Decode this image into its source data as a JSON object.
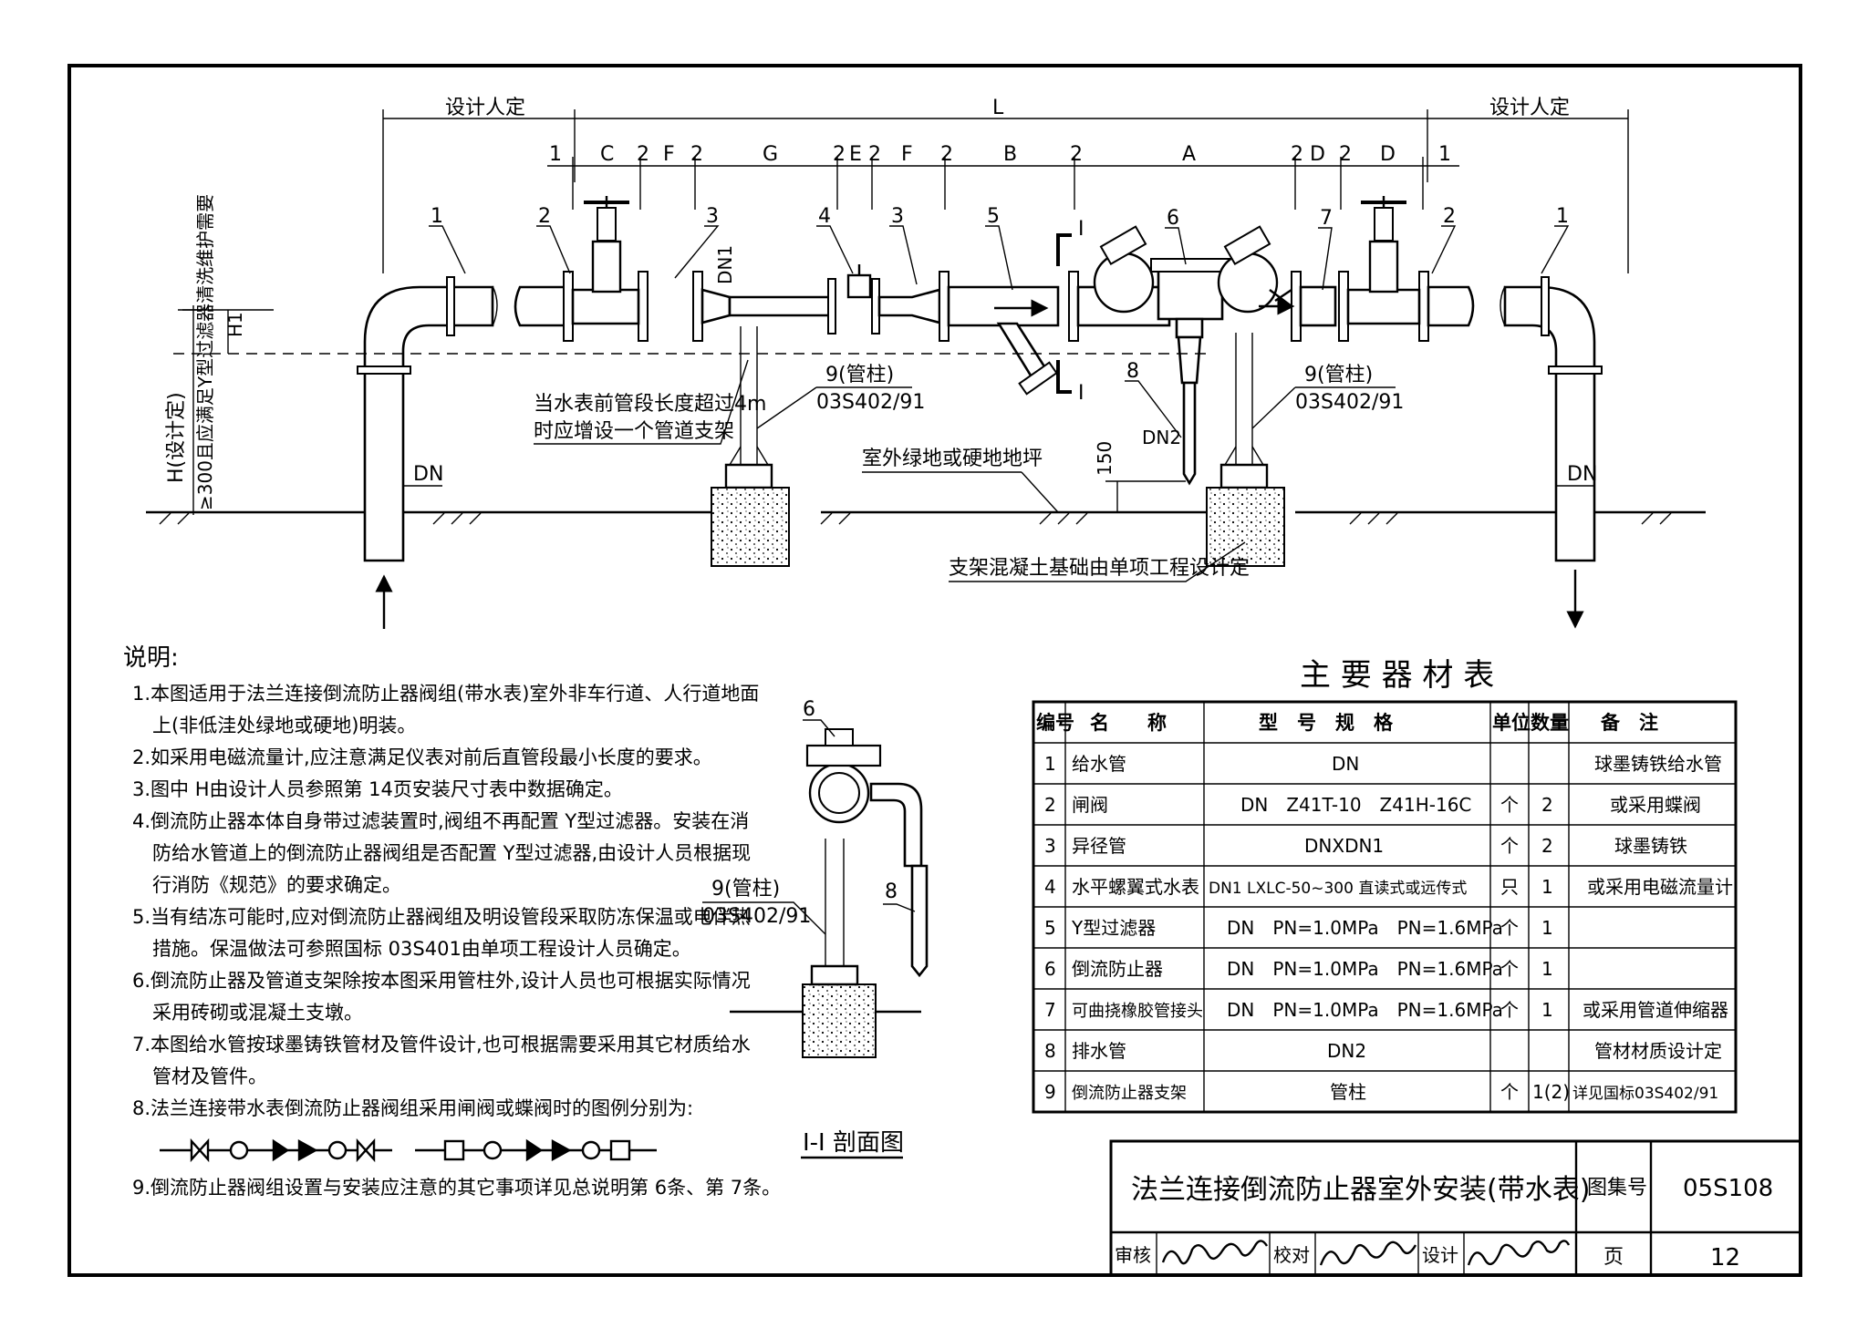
{
  "dimensions": {
    "left_design": "设计人定",
    "right_design": "设计人定",
    "total": "L",
    "segments": [
      "1",
      "C",
      "2",
      "F",
      "2",
      "G",
      "2",
      "E",
      "2",
      "F",
      "2",
      "B",
      "2",
      "A",
      "2",
      "D",
      "2",
      "D",
      "1"
    ]
  },
  "callouts": {
    "n1_left": "1",
    "n2_left": "2",
    "n3_left": "3",
    "n4": "4",
    "n3_right": "3",
    "n5": "5",
    "n6": "6",
    "n7": "7",
    "n2_right": "2",
    "n1_right": "1",
    "n8": "8",
    "section_mark_top": "I",
    "section_mark_bot": "I"
  },
  "labels": {
    "dn1": "DN1",
    "h1": "H1",
    "dn_left": "DN",
    "dn_right": "DN",
    "dn2": "DN2",
    "h_design": "H(设计定)",
    "h_note": "≥300且应满足Y型过滤器清洗维护需要",
    "support_left": "9(管柱)",
    "support_left_ref": "03S402/91",
    "support_right": "9(管柱)",
    "support_right_ref": "03S402/91",
    "meter_note_1": "当水表前管段长度超过4m",
    "meter_note_2": "时应增设一个管道支架",
    "ground_note": "室外绿地或硬地地坪",
    "dim_150": "150",
    "foundation_note": "支架混凝土基础由单项工程设计定"
  },
  "notes": {
    "title": "说明:",
    "items": [
      "1.本图适用于法兰连接倒流防止器阀组(带水表)室外非车行道、人行道地面",
      "上(非低洼处绿地或硬地)明装。",
      "2.如采用电磁流量计,应注意满足仪表对前后直管段最小长度的要求。",
      "3.图中 H由设计人员参照第 14页安装尺寸表中数据确定。",
      "4.倒流防止器本体自身带过滤装置时,阀组不再配置 Y型过滤器。安装在消",
      "防给水管道上的倒流防止器阀组是否配置 Y型过滤器,由设计人员根据现",
      "行消防《规范》的要求确定。",
      "5.当有结冻可能时,应对倒流防止器阀组及明设管段采取防冻保温或电伴热",
      "措施。保温做法可参照国标 03S401由单项工程设计人员确定。",
      "6.倒流防止器及管道支架除按本图采用管柱外,设计人员也可根据实际情况",
      "采用砖砌或混凝土支墩。",
      "7.本图给水管按球墨铸铁管材及管件设计,也可根据需要采用其它材质给水",
      "管材及管件。",
      "8.法兰连接带水表倒流防止器阀组采用闸阀或蝶阀时的图例分别为:",
      "9.倒流防止器阀组设置与安装应注意的其它事项详见总说明第 6条、第 7条。"
    ]
  },
  "section": {
    "title": "I-I 剖面图",
    "n6": "6",
    "n8": "8",
    "support": "9(管柱)",
    "support_ref": "03S402/91"
  },
  "table": {
    "title": "主 要 器 材 表",
    "headers": [
      "编号",
      "名　　称",
      "型　号　规　格",
      "单位",
      "数量",
      "备　注"
    ],
    "rows": [
      [
        "1",
        "给水管",
        "DN",
        "",
        "",
        "球墨铸铁给水管"
      ],
      [
        "2",
        "闸阀",
        "DN　Z41T-10　Z41H-16C",
        "个",
        "2",
        "或采用蝶阀"
      ],
      [
        "3",
        "异径管",
        "DNXDN1",
        "个",
        "2",
        "球墨铸铁"
      ],
      [
        "4",
        "水平螺翼式水表",
        "DN1 LXLC-50~300 直读式或远传式",
        "只",
        "1",
        "或采用电磁流量计"
      ],
      [
        "5",
        "Y型过滤器",
        "DN　PN=1.0MPa　PN=1.6MPa",
        "个",
        "1",
        ""
      ],
      [
        "6",
        "倒流防止器",
        "DN　PN=1.0MPa　PN=1.6MPa",
        "个",
        "1",
        ""
      ],
      [
        "7",
        "可曲挠橡胶管接头",
        "DN　PN=1.0MPa　PN=1.6MPa",
        "个",
        "1",
        "或采用管道伸缩器"
      ],
      [
        "8",
        "排水管",
        "DN2",
        "",
        "",
        "管材材质设计定"
      ],
      [
        "9",
        "倒流防止器支架",
        "管柱",
        "个",
        "1(2)",
        "详见国标03S402/91"
      ]
    ]
  },
  "titleblock": {
    "title": "法兰连接倒流防止器室外安装(带水表)",
    "atlas_label": "图集号",
    "atlas_no": "05S108",
    "review_label": "审核",
    "check_label": "校对",
    "design_label": "设计",
    "page_label": "页",
    "page_no": "12"
  }
}
